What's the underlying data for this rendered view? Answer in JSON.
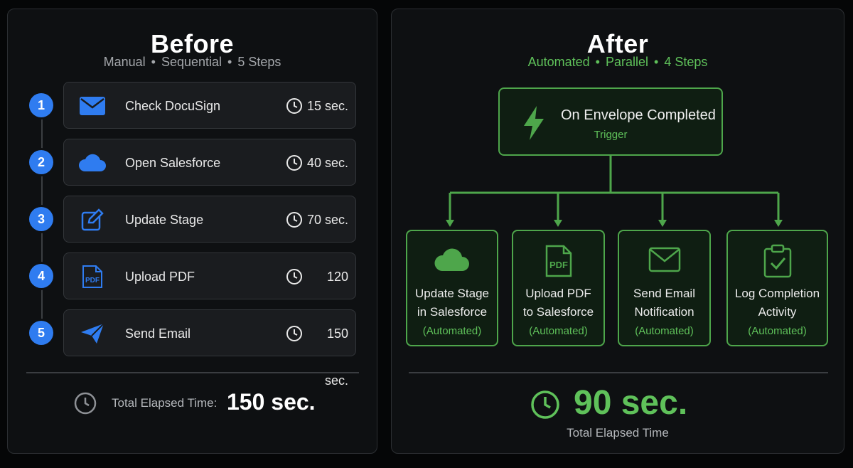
{
  "before": {
    "title": "Before",
    "subtitle": [
      "Manual",
      "Sequential",
      "5 Steps"
    ],
    "steps": [
      {
        "num": "1",
        "label": "Check DocuSign",
        "time": "15 sec.",
        "icon": "mail-icon"
      },
      {
        "num": "2",
        "label": "Open Salesforce",
        "time": "40 sec.",
        "icon": "cloud-icon"
      },
      {
        "num": "3",
        "label": "Update Stage",
        "time": "70 sec.",
        "icon": "edit-icon"
      },
      {
        "num": "4",
        "label": "Upload PDF",
        "time": "120 sec.",
        "icon": "pdf-icon"
      },
      {
        "num": "5",
        "label": "Send Email",
        "time": "150 sec.",
        "icon": "send-icon"
      }
    ],
    "total_label": "Total Elapsed Time:",
    "total_value": "150 sec."
  },
  "after": {
    "title": "After",
    "subtitle": [
      "Automated",
      "Parallel",
      "4 Steps"
    ],
    "trigger": {
      "title": "On Envelope Completed",
      "sub": "Trigger",
      "icon": "lightning-icon"
    },
    "actions": [
      {
        "line1": "Update Stage",
        "line2": "in Salesforce",
        "auto": "(Automated)",
        "icon": "cloud-icon"
      },
      {
        "line1": "Upload PDF",
        "line2": "to Salesforce",
        "auto": "(Automated)",
        "icon": "pdf-icon",
        "icon_text": "PDF"
      },
      {
        "line1": "Send Email",
        "line2": "Notification",
        "auto": "(Automated)",
        "icon": "mail-icon"
      },
      {
        "line1": "Log Completion",
        "line2": "Activity",
        "auto": "(Automated)",
        "icon": "clipboard-check-icon"
      }
    ],
    "total_value": "90 sec.",
    "total_label": "Total Elapsed Time"
  },
  "colors": {
    "blue": "#2f7cf0",
    "green": "#5fc15a",
    "green_border": "#4ea64b"
  }
}
